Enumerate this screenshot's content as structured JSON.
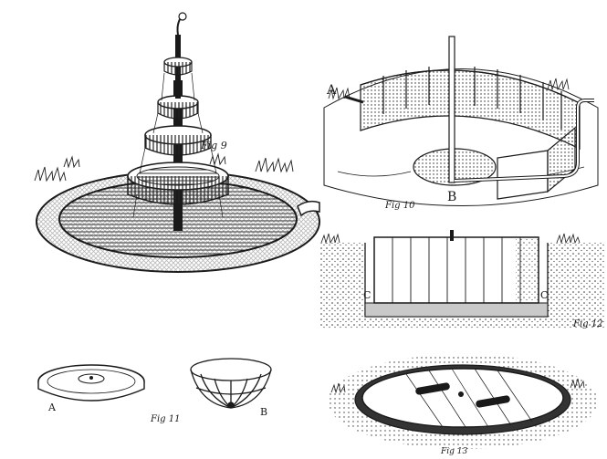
{
  "plate": {
    "figures": [
      {
        "id": "fig9",
        "caption": "Fig 9"
      },
      {
        "id": "fig10",
        "caption": "Fig 10",
        "letters": [
          "A",
          "B"
        ]
      },
      {
        "id": "fig11",
        "caption": "Fig 11",
        "letters": [
          "A",
          "B"
        ]
      },
      {
        "id": "fig12",
        "caption": "Fig 12",
        "letters": [
          "C",
          "C"
        ]
      },
      {
        "id": "fig13",
        "caption": "Fig 13"
      }
    ]
  },
  "colors": {
    "ink": "#1a1a1a",
    "water": "#555555",
    "paper": "#ffffff"
  }
}
